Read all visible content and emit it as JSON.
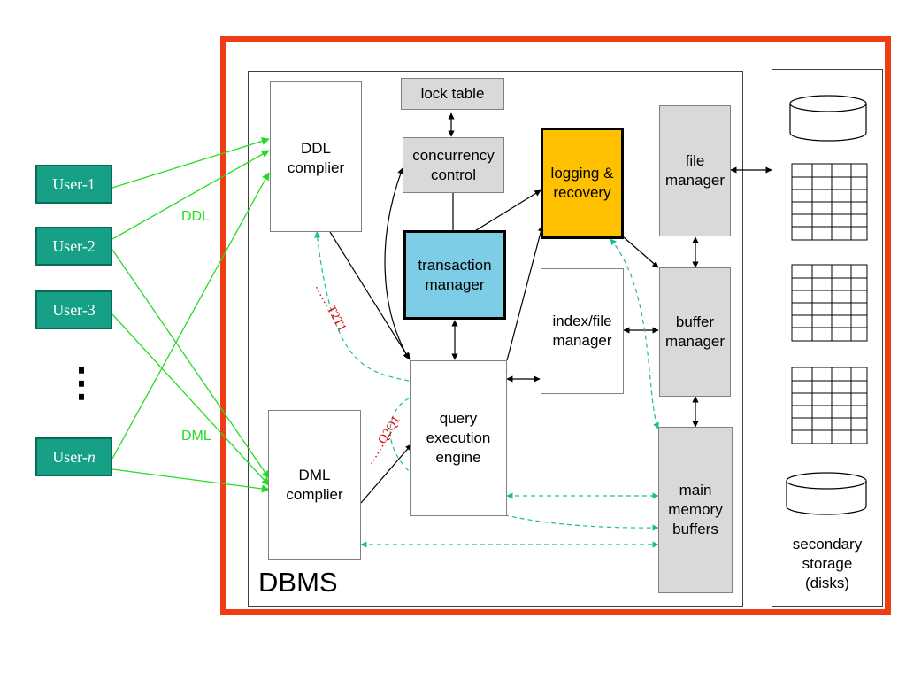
{
  "users": [
    "User-1",
    "User-2",
    "User-3",
    "User-"
  ],
  "user_n_italic": "n",
  "user_ellipsis": "⋮",
  "labels": {
    "ddl": "DDL",
    "dml": "DML",
    "dbms": "DBMS",
    "t_seq": "……T2T1",
    "q_seq": "……Q2Q1"
  },
  "components": {
    "lock_table": "lock table",
    "concurrency_control": "concurrency\ncontrol",
    "ddl_compiler": "DDL\ncomplier",
    "logging_recovery": "logging &\nrecovery",
    "file_manager": "file\nmanager",
    "transaction_manager": "transaction\nmanager",
    "index_file_manager": "index/file\nmanager",
    "buffer_manager": "buffer\nmanager",
    "query_engine": "query\nexecution\nengine",
    "dml_compiler": "DML\ncomplier",
    "main_memory_buffers": "main\nmemory\nbuffers",
    "secondary_storage": "secondary\nstorage\n(disks)"
  },
  "colors": {
    "frame": "#f03c14",
    "green": "#22dd22",
    "dashed_green": "#1abc9c",
    "user_fill": "#16a085",
    "transaction_fill": "#7ecde6",
    "logging_fill": "#ffc000",
    "grey_fill": "#d9d9d9",
    "label_red": "#dd0000"
  }
}
